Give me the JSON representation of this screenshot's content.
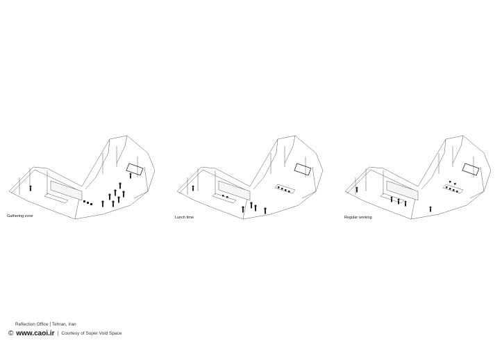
{
  "panels": [
    {
      "caption": "Gathering zone"
    },
    {
      "caption": "Lunch time"
    },
    {
      "caption": "Regular working"
    }
  ],
  "footer": {
    "project": "Reflection Office",
    "separator": "|",
    "location": "Tehran, Iran",
    "copyright_symbol": "©",
    "website": "www.caoi.ir",
    "credit_separator": "|",
    "credit": "Courtesy of Super Void Space"
  }
}
